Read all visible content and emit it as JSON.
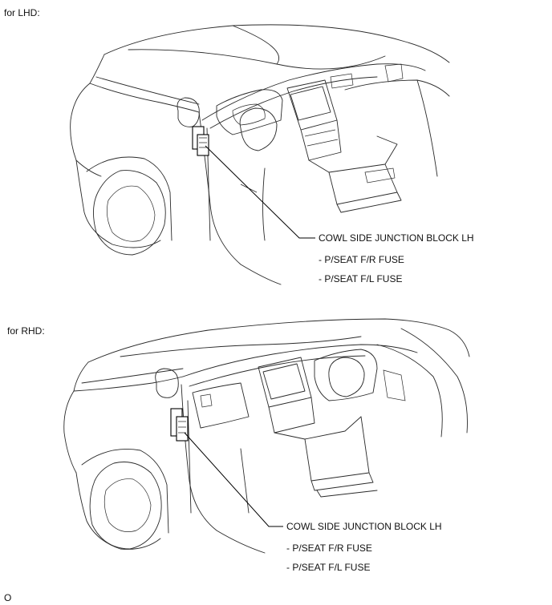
{
  "lhd": {
    "heading": "for LHD:",
    "callout": "COWL SIDE JUNCTION BLOCK LH",
    "items": [
      "- P/SEAT F/R FUSE",
      "- P/SEAT F/L FUSE"
    ]
  },
  "rhd": {
    "heading": "for RHD:",
    "callout": "COWL SIDE JUNCTION BLOCK LH",
    "items": [
      "- P/SEAT F/R FUSE",
      "- P/SEAT F/L FUSE"
    ]
  },
  "footer_code": "O"
}
